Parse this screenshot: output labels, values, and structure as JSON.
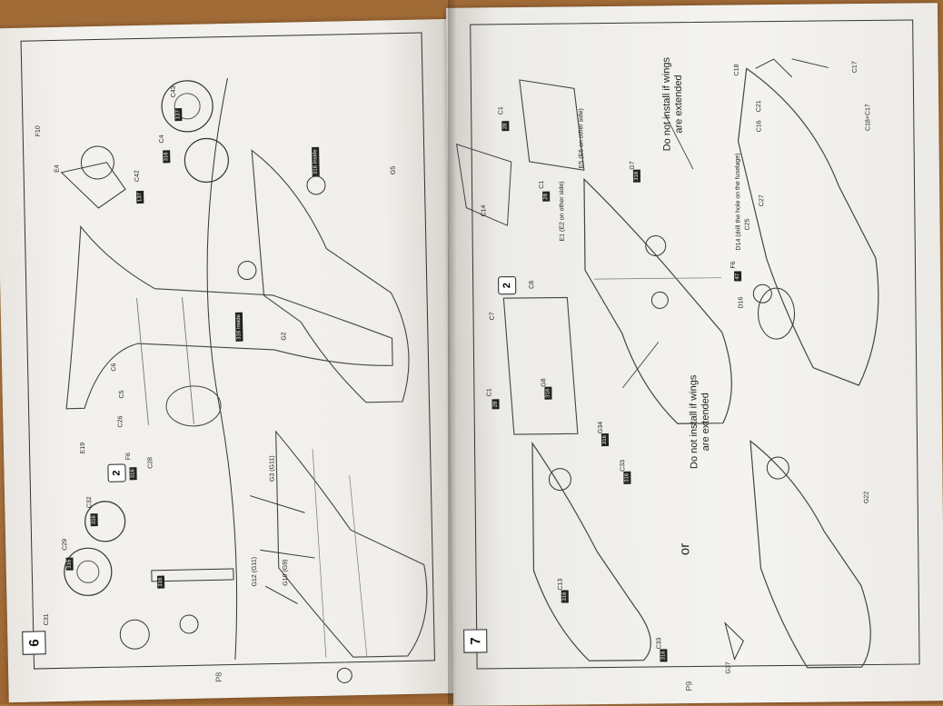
{
  "left_page": {
    "step_number": "6",
    "page_number": "P8",
    "quantity_badge": "2",
    "labels": [
      "F10",
      "E4",
      "C43",
      "C4",
      "C42",
      "C5",
      "C6",
      "C29",
      "C31",
      "C32",
      "G3 (G11)",
      "G12 (G11)",
      "G10 (G9)",
      "G2",
      "G5",
      "E19",
      "C26",
      "C28",
      "F6"
    ],
    "tags": [
      "137",
      "316",
      "137",
      "316",
      "316",
      "316",
      "316 Inside",
      "316 Inside",
      "316"
    ]
  },
  "right_page": {
    "step_number": "7",
    "page_number": "P9",
    "quantity_badge": "2",
    "note_top": "Do not install if wings\nare extended",
    "note_bottom": "Do not install if wings\nare extended",
    "or_text": "or",
    "labels": [
      "C1",
      "C1",
      "C1",
      "C14",
      "E5 (E6 on other side)",
      "E1 (E2 on other side)",
      "C7",
      "C8",
      "G7",
      "G8",
      "G34",
      "C33",
      "C13",
      "C33",
      "G37",
      "G22",
      "C17",
      "C18",
      "C21",
      "C16",
      "D14 (drill the hole on the fuselage)",
      "C27",
      "C25",
      "F6",
      "D16",
      "C18+C17"
    ],
    "tags": [
      "28",
      "28",
      "28",
      "316",
      "316",
      "316",
      "316",
      "316",
      "316",
      "47"
    ]
  }
}
